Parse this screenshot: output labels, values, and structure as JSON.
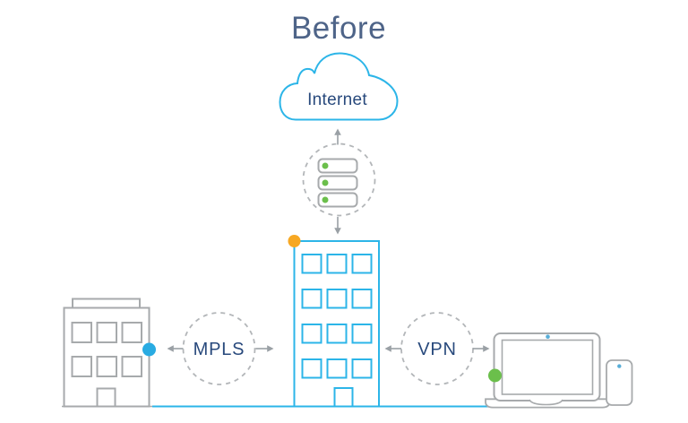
{
  "colors": {
    "background": "#ffffff",
    "brand_cyan": "#2cb5e8",
    "title_slate": "#4e6488",
    "label_navy": "#28497c",
    "outline_gray": "#a7aaac",
    "dash_gray": "#b3b6b9",
    "arrow_gray": "#9aa0a5",
    "accent_green": "#6bbf4b",
    "accent_orange": "#f7a823",
    "accent_blue": "#29abe2",
    "camera_blue": "#58aed8"
  },
  "diagram": {
    "title": "Before",
    "internet": {
      "label": "Internet",
      "icon": "cloud-icon"
    },
    "firewall_stack": {
      "icon": "server-stack-icon",
      "unit_count": 3
    },
    "hq_building": {
      "icon": "office-building-icon"
    },
    "branch_building": {
      "icon": "branch-building-icon"
    },
    "remote_devices": {
      "icons": [
        "laptop-icon",
        "smartphone-icon"
      ]
    },
    "links": {
      "mpls": {
        "label": "MPLS"
      },
      "vpn": {
        "label": "VPN"
      }
    }
  }
}
